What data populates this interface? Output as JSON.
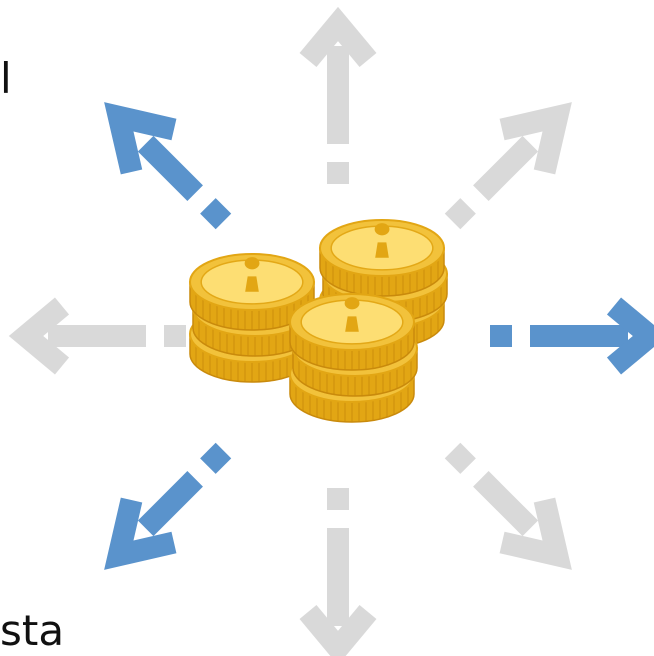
{
  "colors": {
    "highlight": "#5a93cc",
    "muted": "#d9d9d9",
    "coin_face": "#f2c23b",
    "coin_edge": "#e2a614",
    "coin_shadow": "#c98a0c",
    "coin_light": "#ffe27a"
  },
  "center": {
    "icon": "coin-stack-icon"
  },
  "arrows": [
    {
      "direction": "up",
      "highlighted": false,
      "icon": "arrow-up-icon"
    },
    {
      "direction": "up-right",
      "highlighted": false,
      "icon": "arrow-up-right-icon"
    },
    {
      "direction": "right",
      "highlighted": true,
      "icon": "arrow-right-icon"
    },
    {
      "direction": "down-right",
      "highlighted": false,
      "icon": "arrow-down-right-icon"
    },
    {
      "direction": "down",
      "highlighted": false,
      "icon": "arrow-down-icon"
    },
    {
      "direction": "down-left",
      "highlighted": true,
      "icon": "arrow-down-left-icon"
    },
    {
      "direction": "left",
      "highlighted": false,
      "icon": "arrow-left-icon"
    },
    {
      "direction": "up-left",
      "highlighted": true,
      "icon": "arrow-up-left-icon"
    }
  ],
  "edge_text": {
    "top_left": "l",
    "bottom_left": "sta"
  }
}
